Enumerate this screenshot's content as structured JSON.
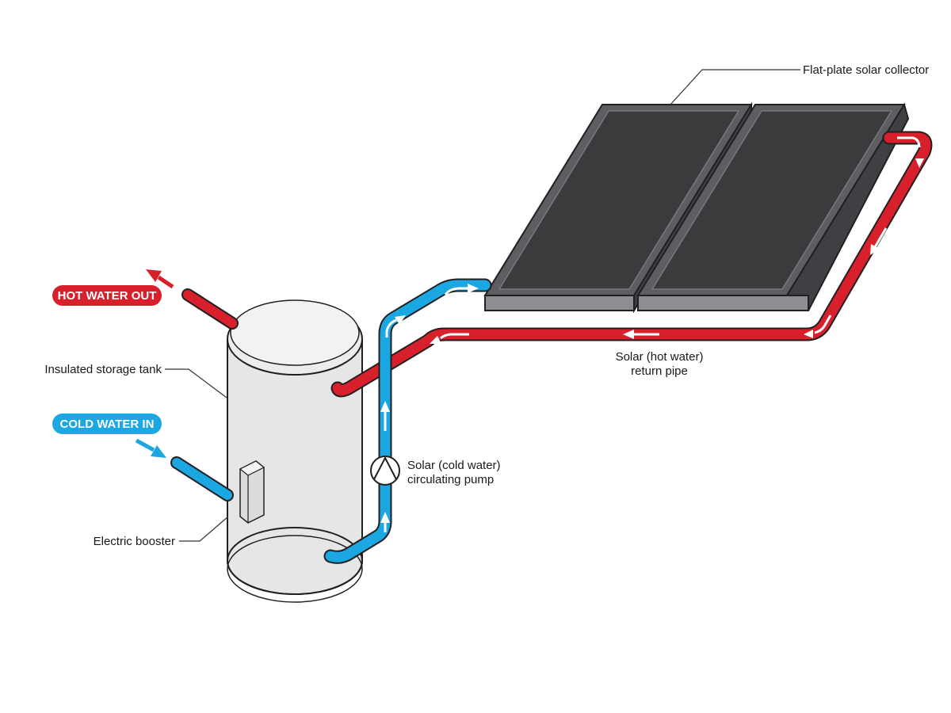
{
  "labels": {
    "collector": "Flat-plate solar collector",
    "hot_water_out": "HOT WATER OUT",
    "cold_water_in": "COLD WATER IN",
    "storage_tank": "Insulated storage tank",
    "electric_booster": "Electric booster",
    "pump_line1": "Solar (cold water)",
    "pump_line2": "circulating pump",
    "return_line1": "Solar (hot water)",
    "return_line2": "return pipe"
  },
  "colors": {
    "hot": "#d7202b",
    "cold": "#1ba7e1",
    "panel": "#5c5d60",
    "panel_glass": "#3c3c3e",
    "tank": "#e6e6e7",
    "outline": "#231f20"
  },
  "icons": {
    "pump": "pump-icon",
    "flow_arrow": "flow-arrow-icon"
  }
}
